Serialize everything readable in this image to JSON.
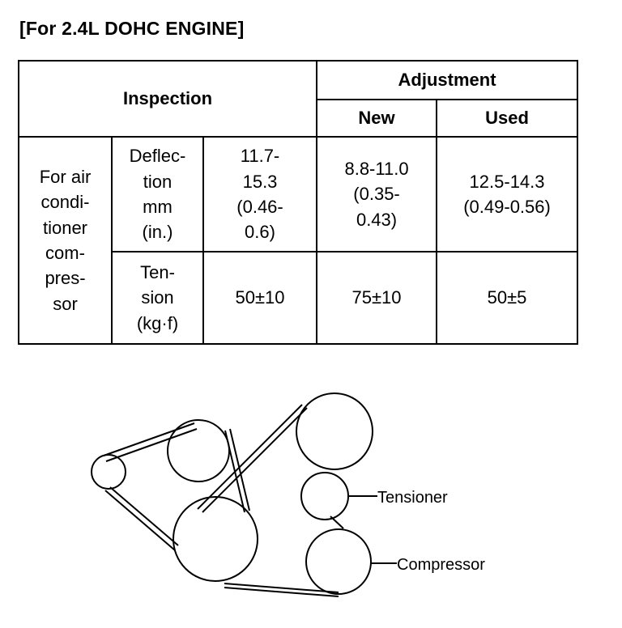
{
  "heading": "[For 2.4L DOHC ENGINE]",
  "table": {
    "header": {
      "inspection": "Inspection",
      "adjustment": "Adjustment",
      "new": "New",
      "used": "Used"
    },
    "row_group": {
      "label_lines": [
        "For air",
        "condi-",
        "tioner",
        "com-",
        "pres-",
        "sor"
      ]
    },
    "deflection": {
      "label_lines": [
        "Deflec-",
        "tion",
        "mm",
        "(in.)"
      ],
      "inspection_lines": [
        "11.7-",
        "15.3",
        "(0.46-",
        "0.6)"
      ],
      "new_lines": [
        "8.8-11.0",
        "(0.35-",
        "0.43)"
      ],
      "used_lines": [
        "12.5-14.3",
        "(0.49-0.56)"
      ]
    },
    "tension": {
      "label_lines": [
        "Ten-",
        "sion",
        "(kg·f)"
      ],
      "inspection": "50±10",
      "new": "75±10",
      "used": "50±5"
    }
  },
  "diagram": {
    "labels": {
      "tensioner": "Tensioner",
      "compressor": "Compressor"
    }
  }
}
